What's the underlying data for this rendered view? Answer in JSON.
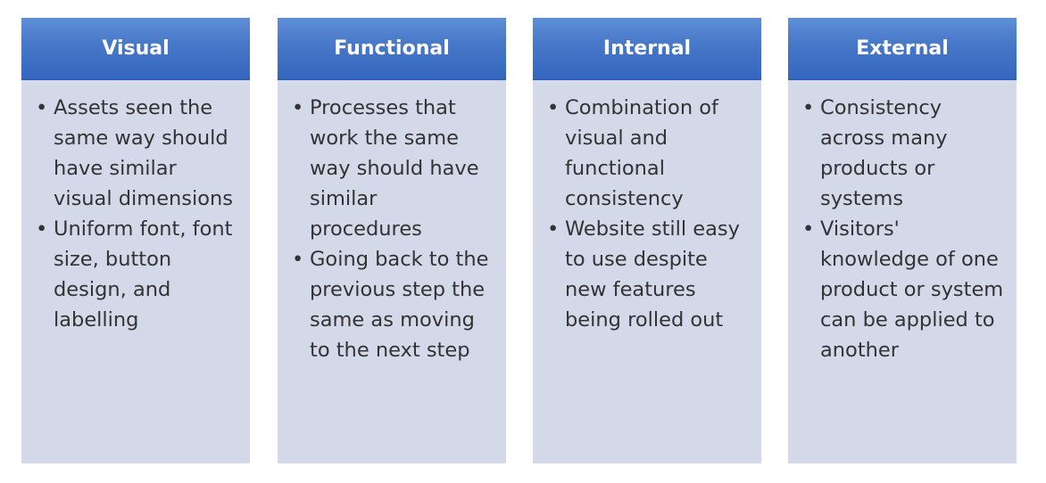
{
  "cards": [
    {
      "title": "Visual",
      "bullets": [
        "Assets seen the same way should have similar visual dimensions",
        "Uniform font, font size, button design, and labelling"
      ]
    },
    {
      "title": "Functional",
      "bullets": [
        "Processes that work the same way should have similar procedures",
        "Going back to the previous step the same as moving to the next step"
      ]
    },
    {
      "title": "Internal",
      "bullets": [
        "Combination of visual and functional consistency",
        "Website still easy to use despite new features being rolled out"
      ]
    },
    {
      "title": "External",
      "bullets": [
        "Consistency across many products or systems",
        "Visitors' knowledge of one product or system can be applied to another"
      ]
    }
  ],
  "colors": {
    "header": "#4677c8",
    "body": "#d4d9ea",
    "text": "#333333"
  }
}
